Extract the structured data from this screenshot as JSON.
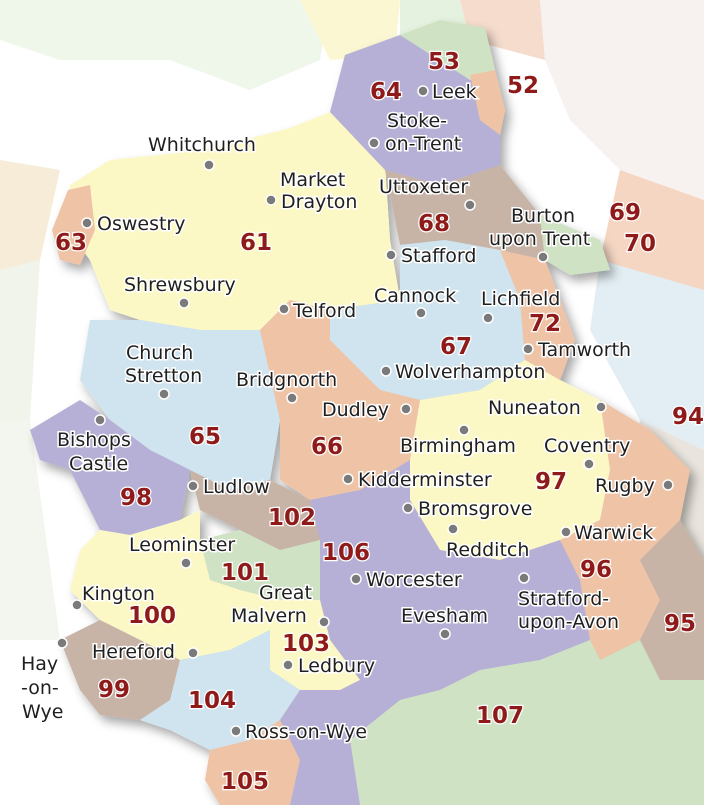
{
  "colors": {
    "yellow": "#fcf8c6",
    "blue": "#cfe4ee",
    "purple": "#b7b0d6",
    "orange": "#efc3a6",
    "brown": "#c8b3a7",
    "green": "#cfe2c4",
    "number": "#8e1a1a"
  },
  "regions": [
    {
      "number": "53"
    },
    {
      "number": "64"
    },
    {
      "number": "52"
    },
    {
      "number": "63"
    },
    {
      "number": "61"
    },
    {
      "number": "68"
    },
    {
      "number": "69"
    },
    {
      "number": "70"
    },
    {
      "number": "72"
    },
    {
      "number": "67"
    },
    {
      "number": "65"
    },
    {
      "number": "66"
    },
    {
      "number": "94"
    },
    {
      "number": "97"
    },
    {
      "number": "98"
    },
    {
      "number": "102"
    },
    {
      "number": "106"
    },
    {
      "number": "101"
    },
    {
      "number": "96"
    },
    {
      "number": "100"
    },
    {
      "number": "103"
    },
    {
      "number": "95"
    },
    {
      "number": "99"
    },
    {
      "number": "104"
    },
    {
      "number": "107"
    },
    {
      "number": "105"
    }
  ],
  "towns": [
    {
      "name": "Leek"
    },
    {
      "name": "Stoke-"
    },
    {
      "name": "on-Trent"
    },
    {
      "name": "Whitchurch"
    },
    {
      "name": "Market"
    },
    {
      "name": "Drayton"
    },
    {
      "name": "Uttoxeter"
    },
    {
      "name": "Oswestry"
    },
    {
      "name": "Burton"
    },
    {
      "name": "upon Trent"
    },
    {
      "name": "Stafford"
    },
    {
      "name": "Shrewsbury"
    },
    {
      "name": "Cannock"
    },
    {
      "name": "Lichfield"
    },
    {
      "name": "Telford"
    },
    {
      "name": "Tamworth"
    },
    {
      "name": "Church"
    },
    {
      "name": "Stretton"
    },
    {
      "name": "Bridgnorth"
    },
    {
      "name": "Wolverhampton"
    },
    {
      "name": "Dudley"
    },
    {
      "name": "Nuneaton"
    },
    {
      "name": "Bishops"
    },
    {
      "name": "Castle"
    },
    {
      "name": "Birmingham"
    },
    {
      "name": "Coventry"
    },
    {
      "name": "Kidderminster"
    },
    {
      "name": "Rugby"
    },
    {
      "name": "Ludlow"
    },
    {
      "name": "Bromsgrove"
    },
    {
      "name": "Warwick"
    },
    {
      "name": "Leominster"
    },
    {
      "name": "Redditch"
    },
    {
      "name": "Worcester"
    },
    {
      "name": "Kington"
    },
    {
      "name": "Great"
    },
    {
      "name": "Malvern"
    },
    {
      "name": "Stratford-"
    },
    {
      "name": "upon-Avon"
    },
    {
      "name": "Evesham"
    },
    {
      "name": "Hay"
    },
    {
      "name": "-on-"
    },
    {
      "name": "Wye"
    },
    {
      "name": "Hereford"
    },
    {
      "name": "Ledbury"
    },
    {
      "name": "Ross-on-Wye"
    }
  ]
}
